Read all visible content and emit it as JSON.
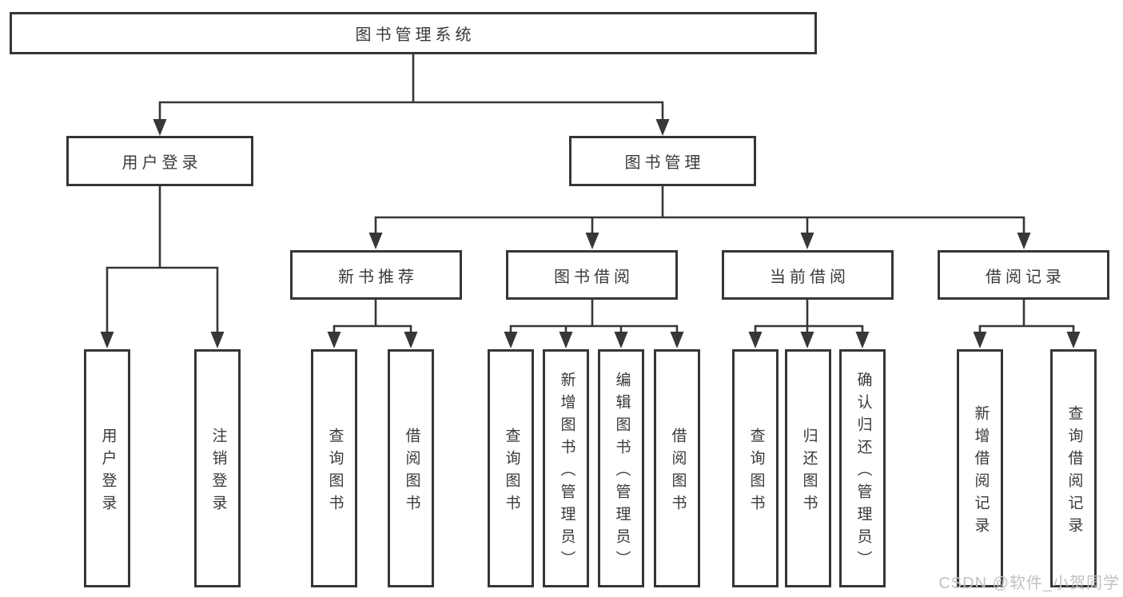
{
  "colors": {
    "line": "#373737",
    "box_border": "#363636",
    "box_fill": "#ffffff",
    "text": "#3a3a3a",
    "watermark_text": "#c2c2c6"
  },
  "watermark": {
    "text": "CSDN @软件_小贺同学"
  },
  "tree": {
    "root": {
      "label": "图书管理系统"
    },
    "level2": [
      {
        "label": "用户登录",
        "leaves": [
          "用户登录",
          "注销登录"
        ]
      },
      {
        "label": "图书管理",
        "groups": [
          {
            "label": "新书推荐",
            "leaves": [
              "查询图书",
              "借阅图书"
            ]
          },
          {
            "label": "图书借阅",
            "leaves": [
              "查询图书",
              "新增图书（管理员）",
              "编辑图书（管理员）",
              "借阅图书"
            ]
          },
          {
            "label": "当前借阅",
            "leaves": [
              "查询图书",
              "归还图书",
              "确认归还（管理员）"
            ]
          },
          {
            "label": "借阅记录",
            "leaves": [
              "新增借阅记录",
              "查询借阅记录"
            ]
          }
        ]
      }
    ]
  }
}
